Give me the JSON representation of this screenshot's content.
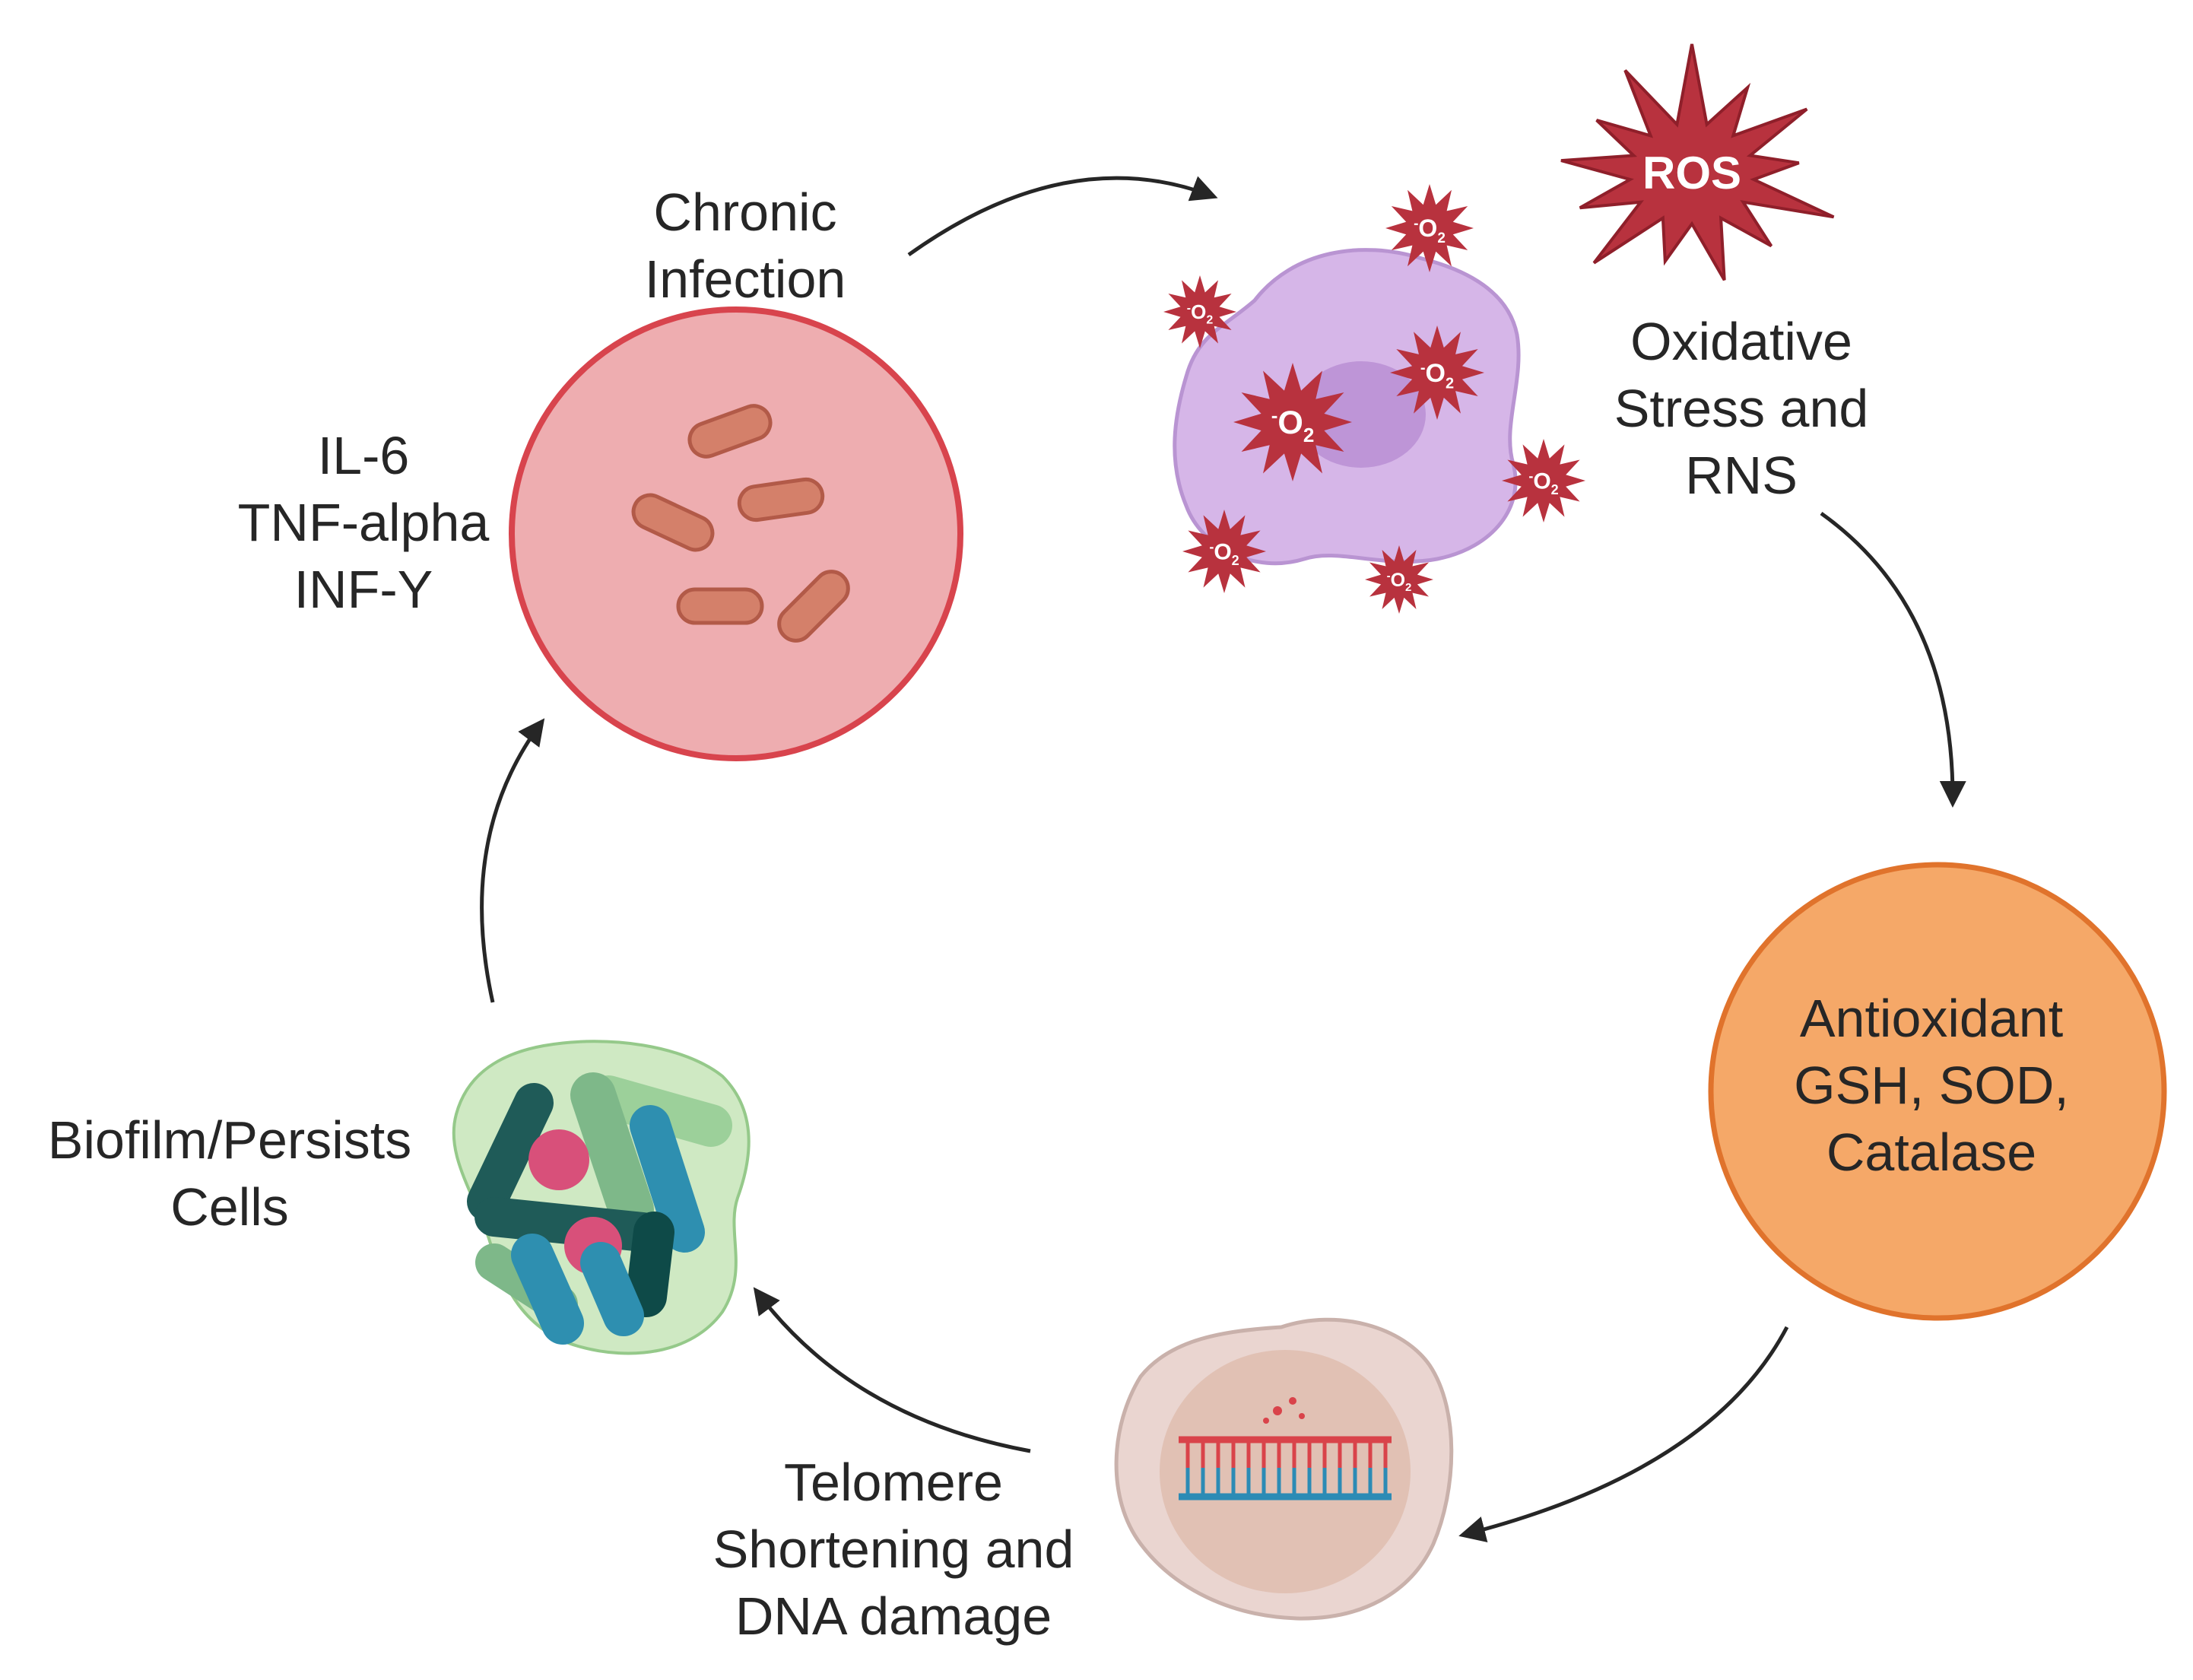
{
  "stages": {
    "infection": {
      "lines": [
        "Chronic",
        "Infection"
      ]
    },
    "cytokines": {
      "lines": [
        "IL-6",
        "TNF-alpha",
        "INF-Y"
      ]
    },
    "ros": {
      "badge": "ROS",
      "lines": [
        "Oxidative",
        "Stress and",
        "RNS"
      ]
    },
    "superoxide": {
      "symbol": "O",
      "subscript": "2",
      "superscript": "-"
    },
    "antioxidant": {
      "lines": [
        "Antioxidant",
        "GSH, SOD,",
        "Catalase"
      ]
    },
    "telomere": {
      "lines": [
        "Telomere",
        "Shortening and",
        "DNA damage"
      ]
    },
    "biofilm": {
      "lines": [
        "Biofilm/Persists",
        "Cells"
      ]
    }
  },
  "colors": {
    "infection_fill": "#eeadb0",
    "infection_stroke": "#d8444d",
    "bacteria": "#d4806a",
    "ros_star": "#b8323e",
    "macrophage": "#d6b6e8",
    "antioxidant_fill": "#f5a868",
    "antioxidant_stroke": "#e0732c",
    "telomere_cell": "#ead5d0",
    "dna_top": "#d9434a",
    "dna_bottom": "#2c8bb5",
    "biofilm_matrix": "#cfe9c3",
    "arrow": "#262626"
  }
}
